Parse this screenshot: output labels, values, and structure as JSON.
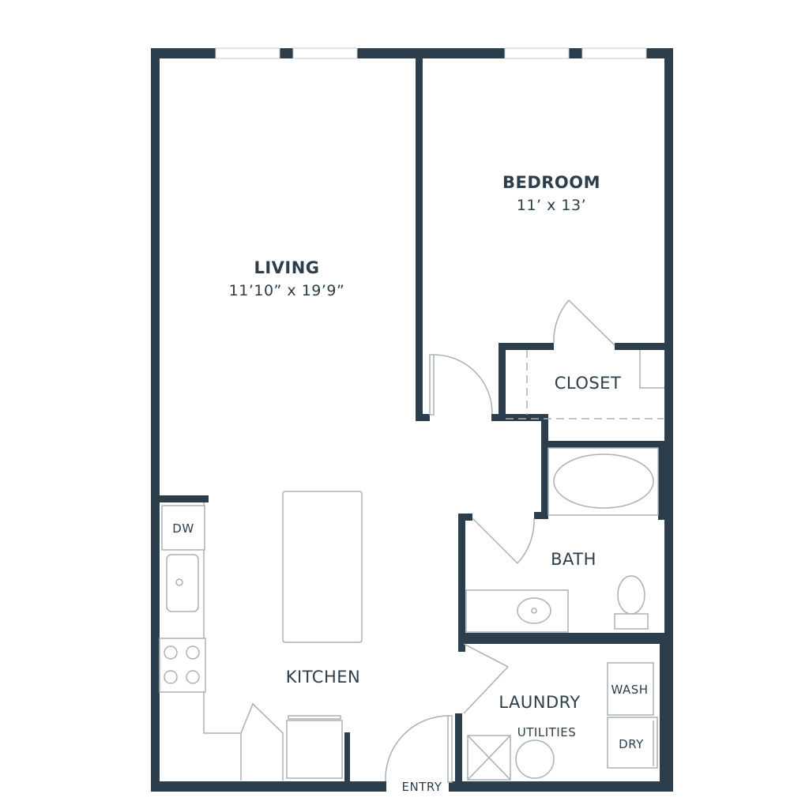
{
  "rooms": {
    "living": {
      "name": "LIVING",
      "dimensions": "11’10” x 19’9”"
    },
    "bedroom": {
      "name": "BEDROOM",
      "dimensions": "11’ x 13’"
    },
    "closet": {
      "name": "CLOSET"
    },
    "bath": {
      "name": "BATH"
    },
    "kitchen": {
      "name": "KITCHEN"
    },
    "laundry": {
      "name": "LAUNDRY"
    }
  },
  "fixtures": {
    "dishwasher": "DW",
    "washer": "WASH",
    "dryer": "DRY",
    "utilities": "UTILITIES"
  },
  "entry_label": "ENTRY",
  "colors": {
    "wall": "#2c3e4b",
    "fixture_line": "#a8b0b6"
  }
}
